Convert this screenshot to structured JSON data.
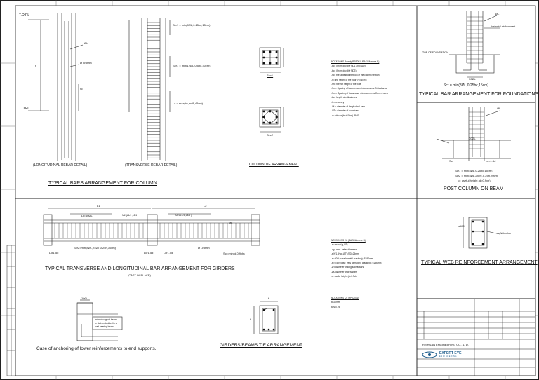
{
  "column": {
    "tofl_top": "T.O.FL",
    "tofl_bottom": "T.O.FL",
    "h": "hc",
    "lc": "Lc=Max(hc, h/6,45cm)",
    "ol": "ØL",
    "ot": "ØT≥8mm",
    "hn": "h",
    "s_cr1": "Scr1 = min(8ØL,0.25bc,15cm)",
    "s_cr2": "Scr1 = min(12ØL,0.5bc,30cm)",
    "lc2": "Lc = max(hc,hn/6,45cm)",
    "sc": "Scr",
    "long_caption": "(LONGITUDINAL REBAR DETAIL)",
    "trans_caption": "(TRANSVERSE REBAR DETAIL)",
    "tie_caption": "COLUMN TIE ARRANGEMENT",
    "sec1": "Sec1",
    "sec2": "Sec2",
    "title": "TYPICAL BARS ARRANGEMENT FOR COLUMN"
  },
  "notations_column": [
    "NOTATIONS (Mostly RPS2011/BAEL/Annexe B)",
    "-bc= (From ductility ND1 and ND2)",
    "-bc= (From ductility ND3)",
    "-hc= the largest dimension of the column section",
    "-h= the height of the floor         -H=hc/h%",
    "-hn= the net height of the pole",
    "-Scr= Spacing of transverse reinforcements Critical area",
    "-Scc= Spacing of transverse reinforcements Current area",
    "-Lc= length of critical zone",
    "-lc= recovery",
    "-ØL= diameter of longitudinal bars",
    "-ØT= diameter of crossbars",
    "-c= stirrups(bc+10cm) -BAEL-"
  ],
  "foundation": {
    "ol": "ØL",
    "note": "horizontal reinforcement",
    "top": "TOP OF FOUNDATION",
    "dim": "30ØL",
    "formula": "Scr = min(8ØL,0.25bc,15cm)",
    "title": "TYPICAL BAR ARRANGEMENT FOR FOUNDATIONS"
  },
  "post": {
    "ol": "ØL",
    "scr": "Scr",
    "lc": "Lc=1.5d",
    "dim": "30ØL",
    "f1": "Scr1 = min(8ØL,0.25bc,15cm)",
    "f2": "Scr2 = min(8ØL,24ØT,0.25h,20cm)",
    "f3": "-d: useful height  (d=0.9xh)",
    "title": "POST COLUMN ON BEAM"
  },
  "girder": {
    "l1": "L1",
    "l2": "L2",
    "lr": "Lr=60ØL",
    "min1": "MIN(L1/4 ,L2/4 )",
    "min2": "MIN(L1/4 ,L2/4 )",
    "scr2": "Scr2=min(8ØL,24ØT,0.25h,30cm)",
    "lcr1": "Lcr1.5d",
    "lcr2": "Lcr1.5d",
    "lcr3": "Lcr1.5d",
    "ot": "ØT≥8mm",
    "ol": "ØL",
    "scr_right": "Scr=min(d,0.9xh)",
    "title": "TYPICAL TRANSVERSE AND LONGITUDINAL  BAR ARRANGEMENT FOR GIRDERS",
    "sub": "(CAST-IN-PLACE)"
  },
  "notations_girder": [
    "NOTATIONS -1- (BAEL/Annexe B)",
    "-e= max(d,g,ØT)",
    "-cg= max. pellet diameter",
    "-e/h(1.5+cg,ØT)  (ED≥25mm",
    "-e=40Ø (case harmful cracking)  (E≥50mm",
    "-e=0.5Ø (case: very damaging cracking)  (E≥50mm",
    "-ØT:diameter of longitudinal bars",
    "-ØL diameter of crossbars",
    "-d: useful height  (d=0.9xh)"
  ],
  "notations_rps": [
    "NOTATIONS -2- (RPS2011)",
    "b≥20mm",
    "b/h≥0.25"
  ],
  "web": {
    "h": "h≥600",
    "label": "Web rebar",
    "title": "TYPICAL WEB REINFORCEMENT ARRANGEMENT"
  },
  "anchor": {
    "dim": "10Ø",
    "note1": "Indirect support beam",
    "note2": "or slab embedded in a",
    "note3": "load-bearing beam",
    "caption": "Case of anchoring of lower reinforcements to end supports."
  },
  "tie": {
    "b": "b",
    "h": "h",
    "caption": "GIRDERS/BEAMS TIE ARRANGEMENT"
  },
  "titleblock": {
    "company": "RISHUAN ENGINEERING CO., LTD.",
    "logo": "EXPERT EYE",
    "logo_sub": "E N G I N E E R I N G"
  }
}
